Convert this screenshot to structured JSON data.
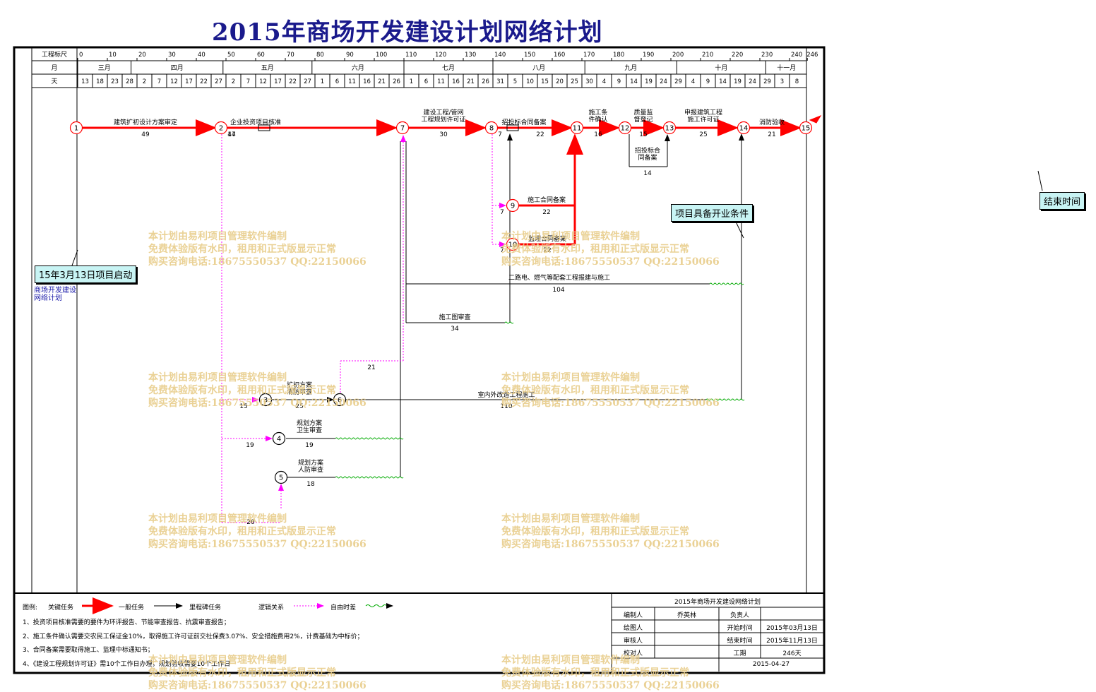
{
  "title": "2015年商场开发建设计划网络计划",
  "header": {
    "scale_label": "工程标尺",
    "month_label": "月",
    "day_label": "天",
    "scale_ticks": [
      "0",
      "10",
      "20",
      "30",
      "40",
      "50",
      "60",
      "70",
      "80",
      "90",
      "100",
      "110",
      "120",
      "130",
      "140",
      "150",
      "160",
      "170",
      "180",
      "190",
      "200",
      "210",
      "220",
      "230",
      "240",
      "246"
    ],
    "months": [
      "三月",
      "四月",
      "五月",
      "六月",
      "七月",
      "八月",
      "九月",
      "十月",
      "十一月"
    ],
    "days": [
      "13",
      "18",
      "23",
      "28",
      "2",
      "7",
      "12",
      "17",
      "22",
      "27",
      "2",
      "7",
      "12",
      "17",
      "22",
      "27",
      "1",
      "6",
      "11",
      "16",
      "21",
      "26",
      "1",
      "6",
      "11",
      "16",
      "21",
      "26",
      "31",
      "5",
      "10",
      "15",
      "20",
      "25",
      "30",
      "4",
      "9",
      "14",
      "19",
      "24",
      "29",
      "4",
      "9",
      "14",
      "19",
      "24",
      "29",
      "3",
      "8"
    ]
  },
  "nodes": [
    "1",
    "2",
    "3",
    "4",
    "5",
    "6",
    "7",
    "8",
    "9",
    "10",
    "11",
    "12",
    "13",
    "14",
    "15"
  ],
  "tasks": [
    {
      "name": "建筑扩初设计方案审定",
      "duration": "49"
    },
    {
      "name": "企业投资项目核准",
      "duration": "47",
      "pre": "14"
    },
    {
      "name": "建设工程/管网工程规划许可证",
      "duration": "30"
    },
    {
      "name": "招投标合同备案",
      "duration": "22",
      "pre": "7"
    },
    {
      "name": "施工条件确认",
      "duration": "16"
    },
    {
      "name": "质量监督登记",
      "duration": "15"
    },
    {
      "name": "申报建筑工程施工许可证",
      "duration": "25"
    },
    {
      "name": "消防验收",
      "duration": "21"
    },
    {
      "name": "招投标合同备案",
      "duration": "14"
    },
    {
      "name": "施工合同备案",
      "duration": "22",
      "pre": "7"
    },
    {
      "name": "监理合同备案",
      "duration": "22",
      "pre": "7"
    },
    {
      "name": "二路电、燃气等配套工程报建与施工",
      "duration": "104"
    },
    {
      "name": "施工图审查",
      "duration": "34"
    },
    {
      "name": "扩初方案消防审查",
      "duration": "25",
      "pre": "15"
    },
    {
      "name": "室内外改造工程施工",
      "duration": "110"
    },
    {
      "name": "规划方案卫生审查",
      "duration": "19",
      "pre": "19"
    },
    {
      "name": "规划方案人防审查",
      "duration": "18",
      "pre": "20"
    },
    {
      "name": "",
      "duration": "21"
    }
  ],
  "callouts": {
    "start": "15年3月13日项目启动",
    "ready": "项目具备开业条件",
    "end": "结束时间"
  },
  "side_label": "商场开发建设网络计划",
  "watermark": [
    "本计划由易利项目管理软件编制",
    "免费体验版有水印，租用和正式版显示正常",
    "购买咨询电话:18675550537 QQ:22150066"
  ],
  "legend": {
    "prefix": "图例:",
    "critical": "关键任务",
    "normal": "一般任务",
    "milestone": "里程碑任务",
    "logic": "逻辑关系",
    "float": "自由时差"
  },
  "notes": [
    "1、投资项目核准需要的要件为环评报告、节能审查报告、抗震审查报告；",
    "2、施工条件确认需要交农民工保证金10%，取得施工许可证前交社保费3.07%、安全措施费用2%，计费基础为中标价；",
    "3、合同备案需要取得施工、监理中标通知书；",
    "4、《建设工程规划许可证》需10个工作日办理，规划验收需要10个工作日"
  ],
  "title_block": {
    "heading": "2015年商场开发建设网络计划",
    "editor_label": "编制人",
    "editor": "乔英林",
    "owner_label": "负责人",
    "drawer_label": "绘图人",
    "start_label": "开始时间",
    "start": "2015年03月13日",
    "reviewer_label": "审核人",
    "end_label": "结束时间",
    "end": "2015年11月13日",
    "checker_label": "校对人",
    "duration_label": "工期",
    "duration": "246天",
    "date": "2015-04-27"
  },
  "colors": {
    "critical": "#ff0000",
    "logic": "#ff00ff",
    "float": "#00aa00",
    "title": "#1a1a8c",
    "callout": "#c8f4f4",
    "watermark": "#e8cd8a"
  }
}
